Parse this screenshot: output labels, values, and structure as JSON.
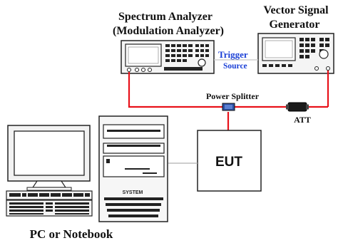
{
  "labels": {
    "spectrum_analyzer_line1": "Spectrum Analyzer",
    "spectrum_analyzer_line2": "(Modulation Analyzer)",
    "vsg_line1": "Vector Signal",
    "vsg_line2": "Generator",
    "trigger_line1": "Trigger",
    "trigger_line2": "Source",
    "power_splitter": "Power Splitter",
    "att": "ATT",
    "eut": "EUT",
    "pc": "PC or Notebook",
    "tower_brand": "SYSTEM"
  },
  "colors": {
    "rf_cable": "#e8121a",
    "trigger_text": "#1a3fd6",
    "splitter": "#2b4fa3",
    "control_line": "#b0b0b0"
  }
}
